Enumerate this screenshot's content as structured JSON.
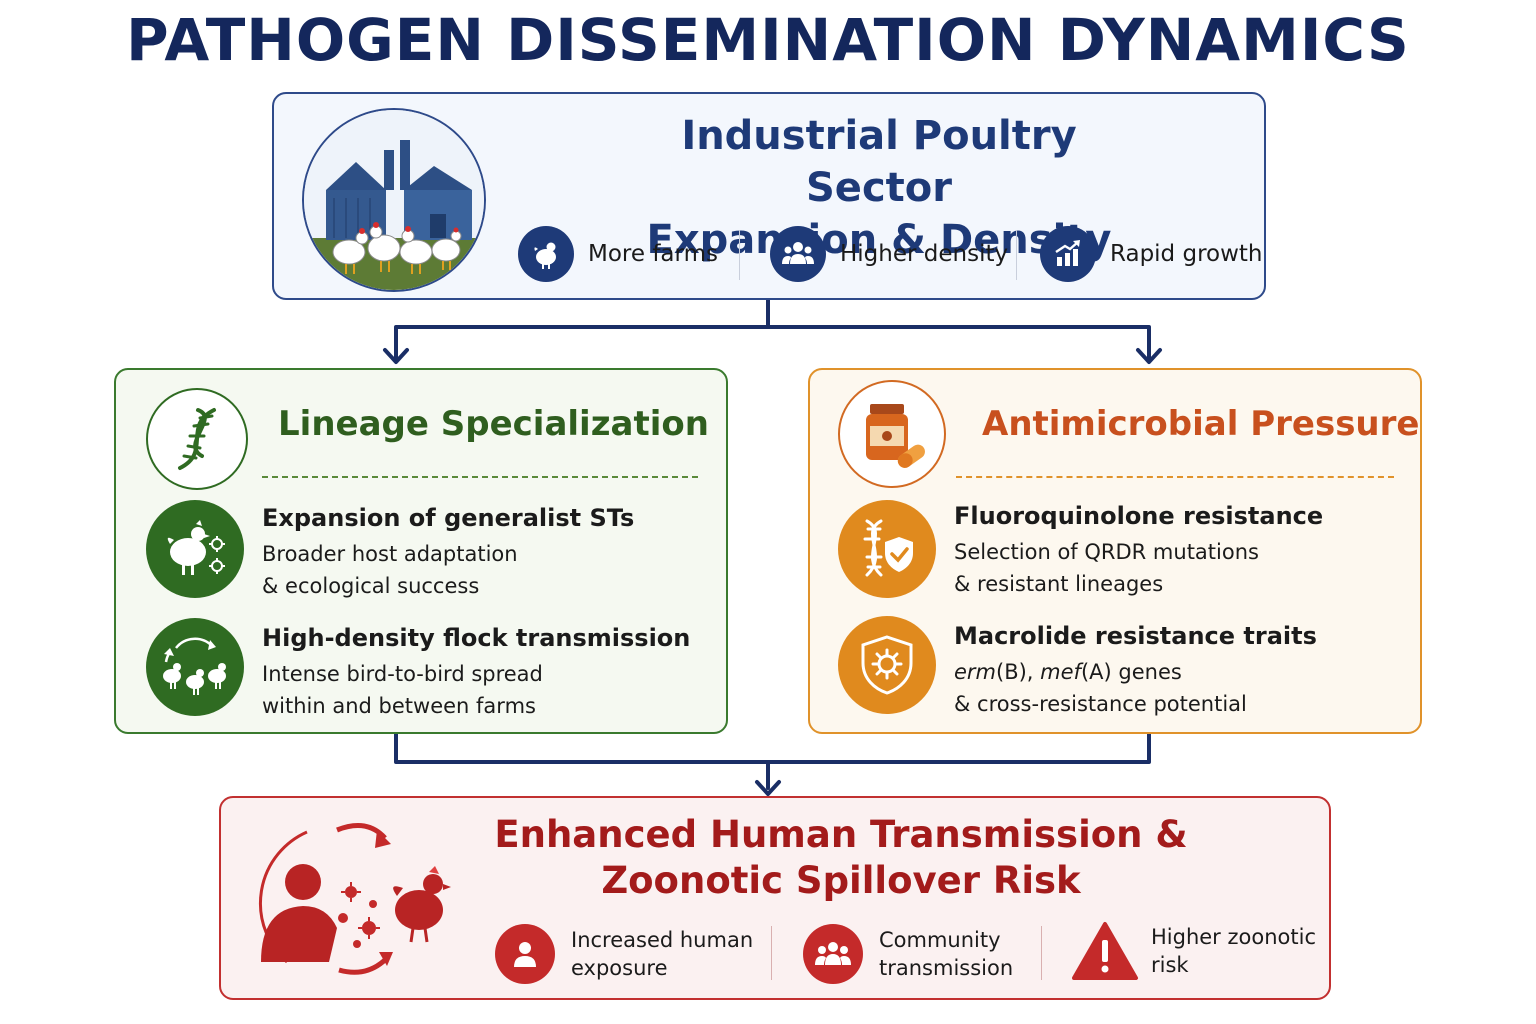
{
  "title": "PATHOGEN DISSEMINATION DYNAMICS",
  "top": {
    "heading_line1": "Industrial Poultry Sector",
    "heading_line2": "Expansion & Density",
    "badges": [
      {
        "label": "More farms",
        "icon": "chicken-icon"
      },
      {
        "label": "Higher density",
        "icon": "group-icon"
      },
      {
        "label": "Rapid growth",
        "icon": "growth-chart-icon"
      }
    ],
    "illustration": "poultry-farm-icon"
  },
  "lineage": {
    "heading": "Lineage Specialization",
    "icon": "dna-icon",
    "color": "#2f6b22",
    "items": [
      {
        "title": "Expansion of generalist STs",
        "line1": "Broader host adaptation",
        "line2": "& ecological success",
        "icon": "chicken-bacteria-icon"
      },
      {
        "title": "High-density flock transmission",
        "line1": "Intense bird-to-bird spread",
        "line2": "within and between farms",
        "icon": "flock-cycle-icon"
      }
    ]
  },
  "antimicrobial": {
    "heading": "Antimicrobial Pressure",
    "icon": "medicine-bottle-icon",
    "color": "#c8501e",
    "items": [
      {
        "title": "Fluoroquinolone resistance",
        "line1": "Selection of QRDR mutations",
        "line2": "& resistant lineages",
        "icon": "dna-shield-icon"
      },
      {
        "title": "Macrolide resistance traits",
        "line1_gene1": "erm",
        "line1_gene1_suffix": "(B), ",
        "line1_gene2": "mef",
        "line1_gene2_suffix": "(A) genes",
        "line2": "& cross-resistance potential",
        "icon": "shield-virus-icon"
      }
    ]
  },
  "human": {
    "heading_line1": "Enhanced Human Transmission &",
    "heading_line2": "Zoonotic Spillover Risk",
    "illustration": "human-chicken-spillover-icon",
    "badges": [
      {
        "line1": "Increased human",
        "line2": "exposure",
        "icon": "person-icon"
      },
      {
        "line1": "Community",
        "line2": "transmission",
        "icon": "people-icon"
      },
      {
        "line1": "Higher zoonotic",
        "line2": "risk",
        "icon": "warning-icon"
      }
    ]
  }
}
